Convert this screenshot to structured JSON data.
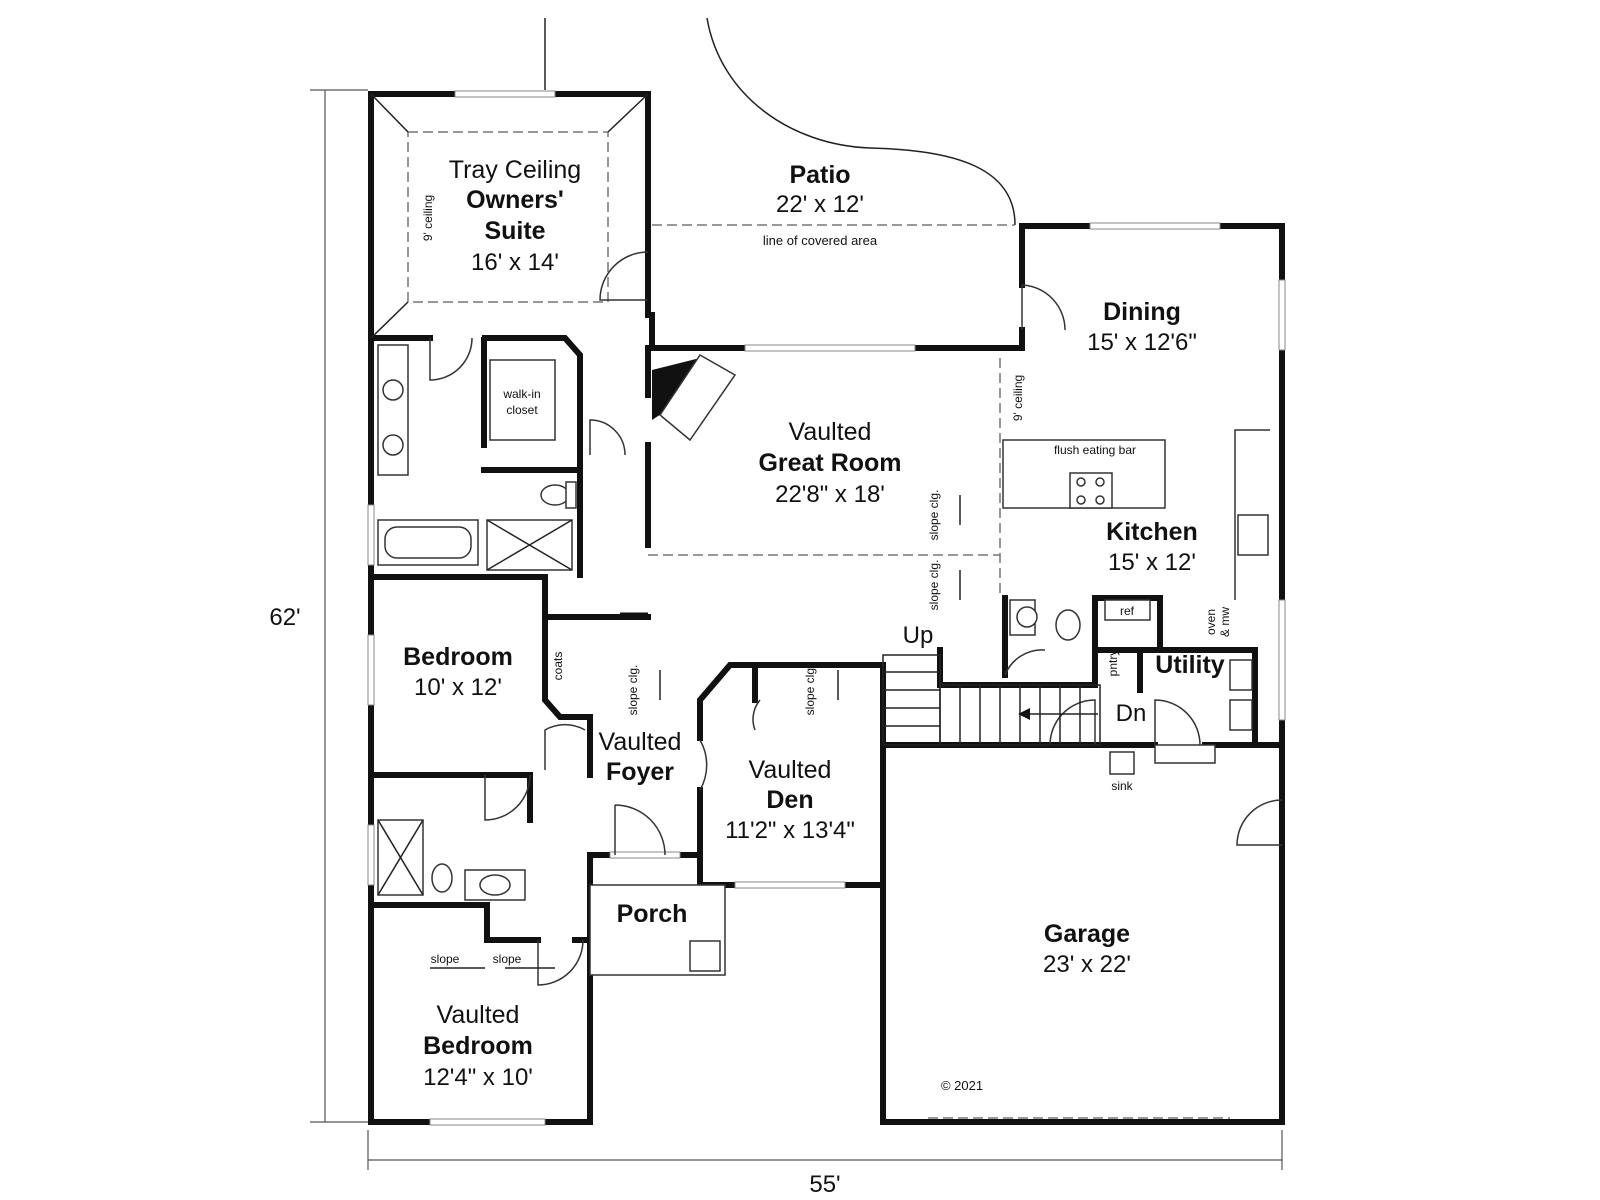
{
  "dimensions": {
    "overall_height": "62'",
    "overall_width": "55'"
  },
  "copyright": "© 2021",
  "rooms": {
    "owners_suite": {
      "prefix": "Tray Ceiling",
      "name1": "Owners'",
      "name2": "Suite",
      "size": "16' x 14'",
      "ceiling_note": "9' ceiling"
    },
    "patio": {
      "name": "Patio",
      "size": "22' x 12'",
      "note": "line of covered area"
    },
    "dining": {
      "name": "Dining",
      "size": "15' x 12'6\"",
      "ceiling_note": "9' ceiling"
    },
    "walk_in_closet": {
      "line1": "walk-in",
      "line2": "closet"
    },
    "great_room": {
      "prefix": "Vaulted",
      "name": "Great Room",
      "size": "22'8\" x 18'",
      "slope_note": "slope clg."
    },
    "eating_bar": {
      "label": "flush eating bar"
    },
    "kitchen": {
      "name": "Kitchen",
      "size": "15' x 12'"
    },
    "bedroom_2": {
      "name": "Bedroom",
      "size": "10' x 12'"
    },
    "coats": {
      "label": "coats"
    },
    "foyer": {
      "prefix": "Vaulted",
      "name": "Foyer",
      "slope_note": "slope clg."
    },
    "den": {
      "prefix": "Vaulted",
      "name": "Den",
      "size": "11'2\" x 13'4\"",
      "slope_note": "slope clg."
    },
    "utility": {
      "name": "Utility",
      "sink": "sink"
    },
    "pantry": {
      "label": "pntry"
    },
    "ref": {
      "label": "ref"
    },
    "oven": {
      "line1": "oven",
      "line2": "& mw"
    },
    "stairs": {
      "up": "Up",
      "down": "Dn"
    },
    "porch": {
      "name": "Porch"
    },
    "garage": {
      "name": "Garage",
      "size": "23' x 22'"
    },
    "bedroom_3": {
      "prefix": "Vaulted",
      "name": "Bedroom",
      "size": "12'4\" x 10'",
      "slope_left": "slope",
      "slope_right": "slope"
    }
  }
}
